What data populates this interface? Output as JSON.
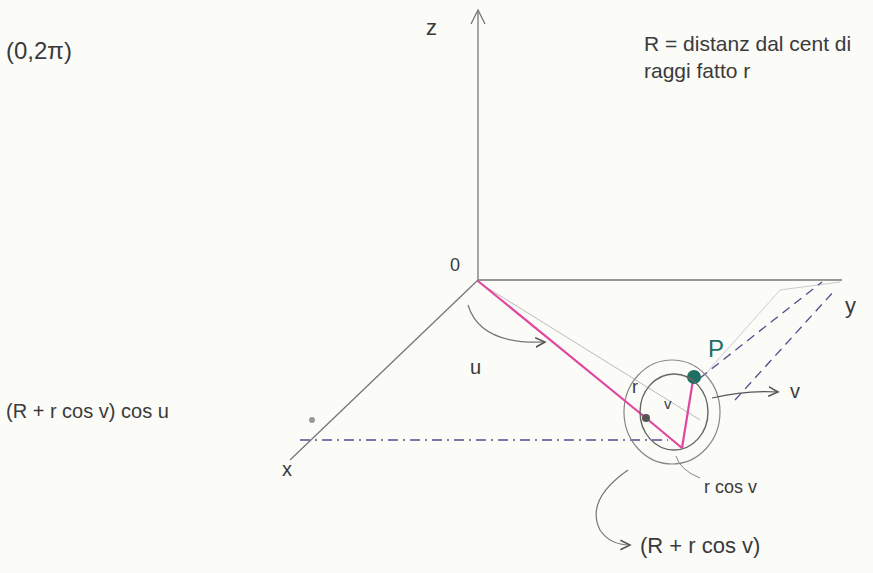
{
  "diagram": {
    "nodes": [
      {
        "text": [
          "r",
          "v"
        ]
      }
    ],
    "labels": [
      "(0,2π)",
      "z",
      "R = distanz dal cent di raggi fatto r",
      "0",
      "y",
      "u",
      "P",
      "v",
      "x",
      "(R + r cos v) cos u",
      "r cos v",
      "(R + r cos v)"
    ]
  }
}
